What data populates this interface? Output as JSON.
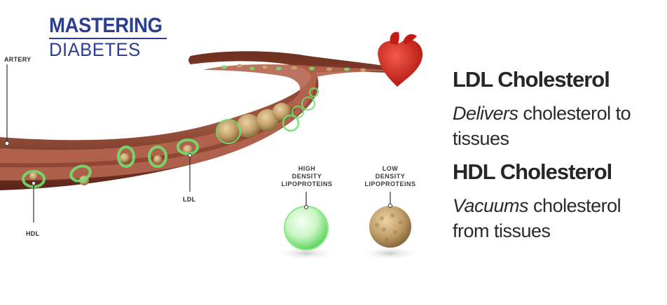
{
  "logo": {
    "line1": "MASTERING",
    "line2": "DIABETES"
  },
  "diagram": {
    "artery_label": "ARTERY",
    "hdl_label": "HDL",
    "ldl_label": "LDL",
    "hdl_sample_label_lines": [
      "HIGH",
      "DENSITY",
      "LIPOPROTEINS"
    ],
    "ldl_sample_label_lines": [
      "LOW",
      "DENSITY",
      "LIPOPROTEINS"
    ]
  },
  "legend": {
    "ldl_heading": "LDL Cholesterol",
    "ldl_desc_em": "Delivers",
    "ldl_desc_line1_rest": " cholesterol to",
    "ldl_desc_line2": "tissues",
    "hdl_heading": "HDL Cholesterol",
    "hdl_desc_em": "Vacuums",
    "hdl_desc_line1_rest": " cholesterol",
    "hdl_desc_line2": "from tissues"
  },
  "colors": {
    "brand": "#2a3f8f",
    "artery_wall": "#8a4a33",
    "artery_lumen": "#b96a55",
    "heart": "#d41f1f",
    "hdl_green": "#66e06a",
    "ldl_tan": "#c2a06a"
  }
}
